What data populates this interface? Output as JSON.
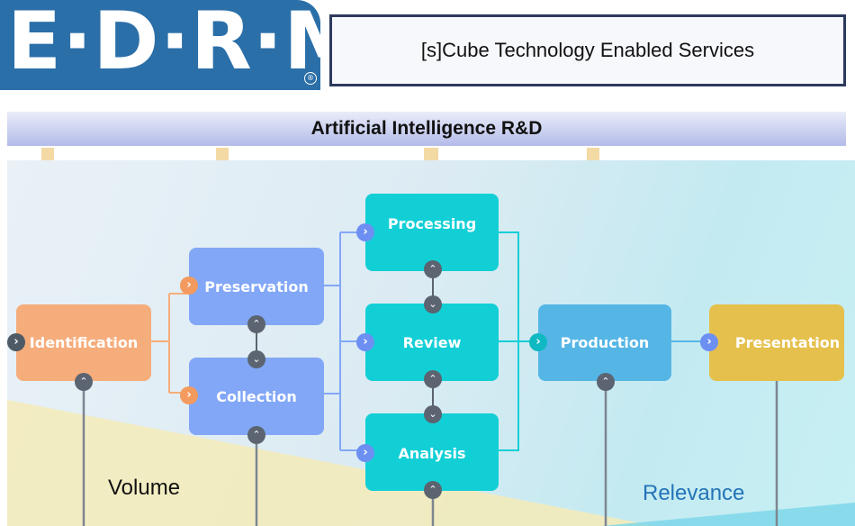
{
  "logo": {
    "text": "E·D·R·M",
    "registered": "®"
  },
  "header": {
    "service_title": "[s]Cube Technology Enabled Services"
  },
  "banner": {
    "title": "Artificial Intelligence R&D"
  },
  "stages": [
    {
      "label": "Identification"
    },
    {
      "label": "Preservation"
    },
    {
      "label": "Collection"
    },
    {
      "label": "Processing"
    },
    {
      "label": "Review"
    },
    {
      "label": "Analysis"
    },
    {
      "label": "Production"
    },
    {
      "label": "Presentation"
    }
  ],
  "axis": {
    "volume": "Volume",
    "relevance": "Relevance"
  },
  "glyphs": {
    "in": "›",
    "up": "⌃",
    "down": "⌄"
  },
  "colors": {
    "identification": "#f6ad7c",
    "preserve_collect": "#82a7f7",
    "process_review_analysis": "#12cfd6",
    "production": "#55b6e6",
    "presentation": "#e6c04d",
    "arrows": "#f3d9a4",
    "relevance": "#2473b8"
  }
}
